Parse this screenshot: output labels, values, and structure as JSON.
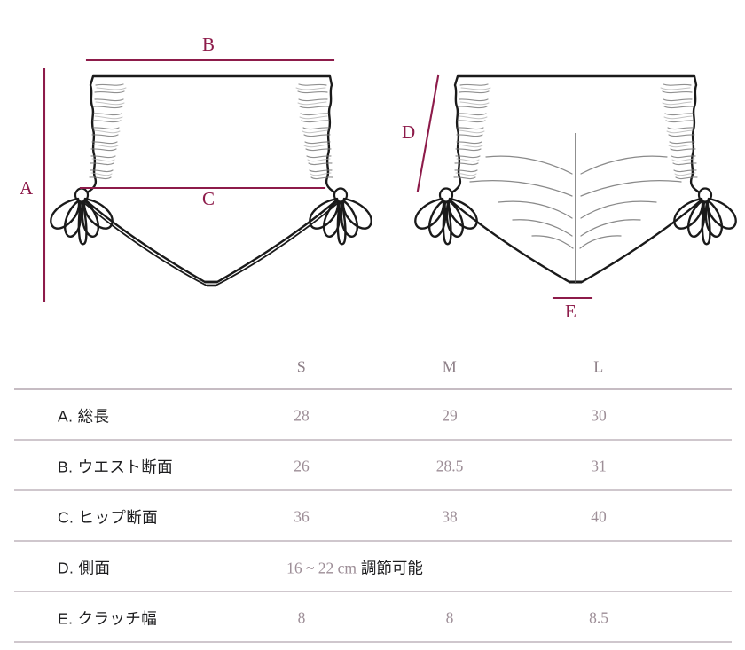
{
  "diagrams": {
    "front": {
      "name": "front-view-bottom",
      "dimension_labels": [
        {
          "id": "A",
          "text": "A",
          "meaning": "total-length"
        },
        {
          "id": "B",
          "text": "B",
          "meaning": "waist-width"
        },
        {
          "id": "C",
          "text": "C",
          "meaning": "hip-width"
        }
      ]
    },
    "back": {
      "name": "back-view-bottom",
      "dimension_labels": [
        {
          "id": "D",
          "text": "D",
          "meaning": "side-length"
        },
        {
          "id": "E",
          "text": "E",
          "meaning": "crotch-width"
        }
      ]
    },
    "line_color": "#8d1b4a",
    "sketch_color": "#1a1a1a"
  },
  "table": {
    "headers": [
      "",
      "S",
      "M",
      "L"
    ],
    "rows": [
      {
        "label": "A. 総長",
        "s": "28",
        "m": "29",
        "l": "30"
      },
      {
        "label": "B. ウエスト断面",
        "s": "26",
        "m": "28.5",
        "l": "31"
      },
      {
        "label": "C. ヒップ断面",
        "s": "36",
        "m": "38",
        "l": "40"
      },
      {
        "label": "D. 側面",
        "merged_num": "16 ~ 22 cm",
        "merged_jp": "調節可能"
      },
      {
        "label": "E. クラッチ幅",
        "s": "8",
        "m": "8",
        "l": "8.5"
      }
    ],
    "divider_color": "#cfc7cd",
    "value_color": "#9d8e97",
    "label_color": "#1d1d1f"
  },
  "chart_data": {
    "type": "table",
    "title": "",
    "categories": [
      "S",
      "M",
      "L"
    ],
    "series": [
      {
        "name": "A. 総長",
        "values": [
          28,
          29,
          30
        ]
      },
      {
        "name": "B. ウエスト断面",
        "values": [
          26,
          28.5,
          31
        ]
      },
      {
        "name": "C. ヒップ断面",
        "values": [
          36,
          38,
          40
        ]
      },
      {
        "name": "D. 側面",
        "values": [
          "16 ~ 22 cm 調節可能",
          "16 ~ 22 cm 調節可能",
          "16 ~ 22 cm 調節可能"
        ]
      },
      {
        "name": "E. クラッチ幅",
        "values": [
          8,
          8,
          8.5
        ]
      }
    ],
    "xlabel": "",
    "ylabel": "",
    "legend": "none",
    "grid": false
  }
}
